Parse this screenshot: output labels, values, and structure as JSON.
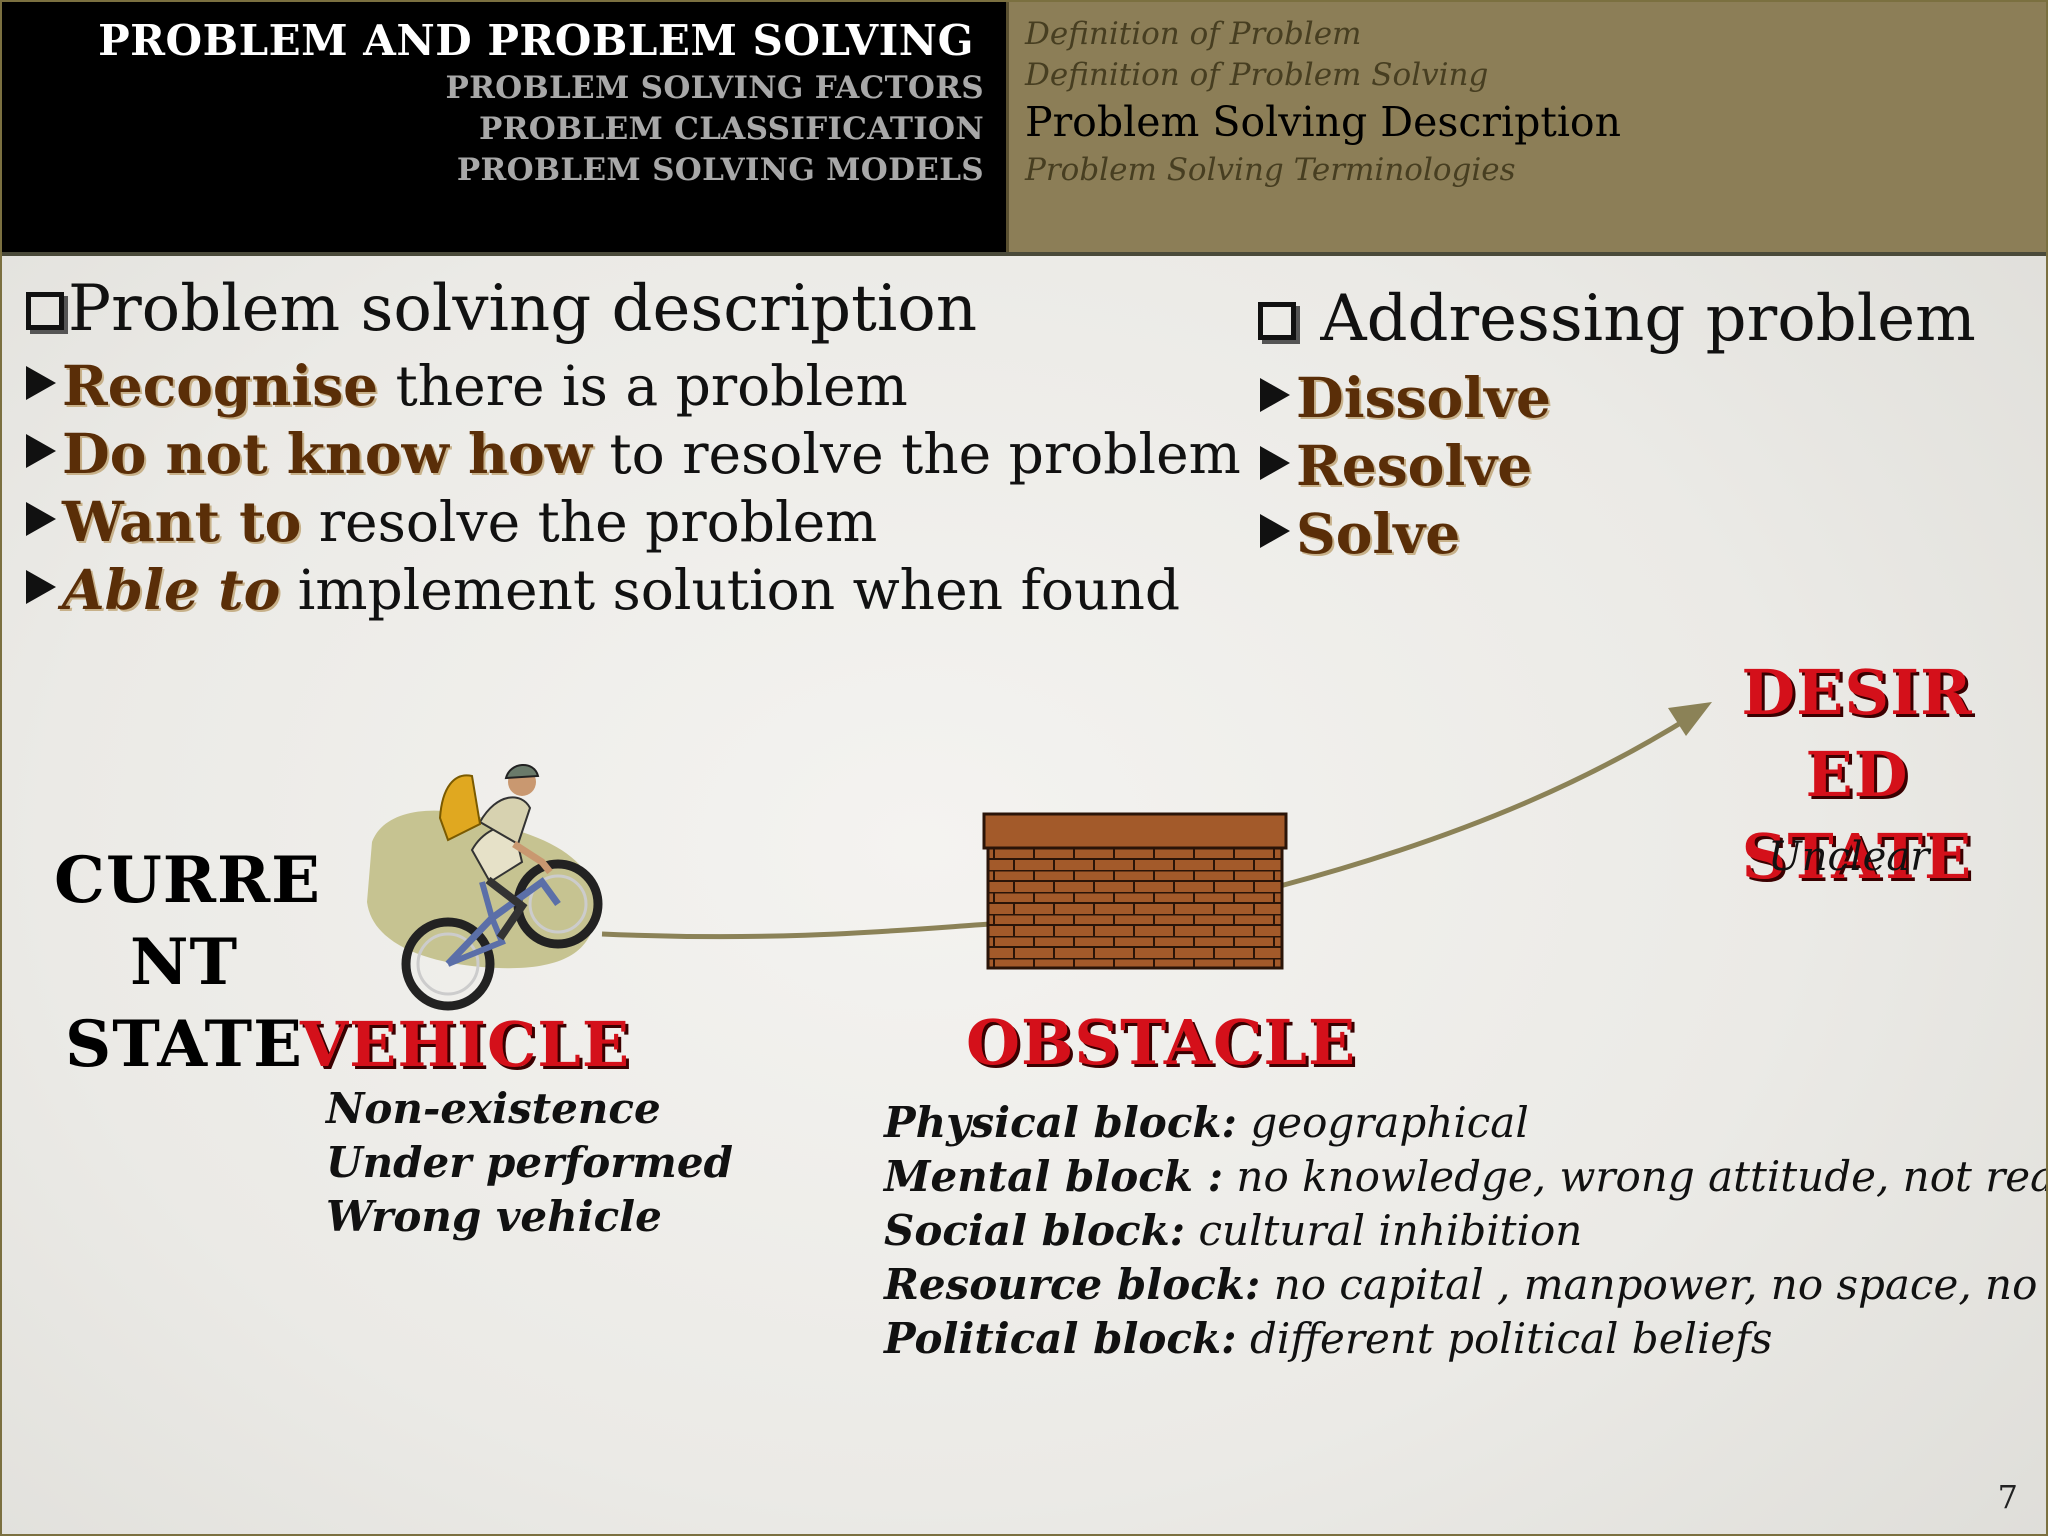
{
  "nav": {
    "title": "PROBLEM AND PROBLEM SOLVING",
    "sections": [
      "PROBLEM SOLVING FACTORS",
      "PROBLEM CLASSIFICATION",
      "PROBLEM SOLVING MODELS"
    ],
    "subsections": [
      "Definition of Problem",
      "Definition of Problem Solving",
      "Problem Solving Description",
      "Problem Solving Terminologies"
    ],
    "active_subsection": "Problem Solving Description"
  },
  "left": {
    "heading": "Problem solving description",
    "bullets": [
      {
        "em": "Recognise",
        "rest": " there is a problem"
      },
      {
        "em": "Do not know how",
        "rest": " to resolve the problem"
      },
      {
        "em": "Want to",
        "rest": " resolve the problem"
      },
      {
        "em": "Able to",
        "rest": " implement solution when found"
      }
    ]
  },
  "right": {
    "heading": "Addressing problem",
    "bullets": [
      "Dissolve",
      "Resolve",
      "Solve"
    ]
  },
  "diagram": {
    "current_state": [
      "CURRE",
      "NT",
      "STATE"
    ],
    "desired_state": [
      "DESIR",
      "ED",
      "STATE"
    ],
    "unclear": "Unclear",
    "vehicle": {
      "label": "VEHICLE",
      "items": [
        "Non-existence",
        "Under performed",
        "Wrong vehicle"
      ]
    },
    "obstacle": {
      "label": "OBSTACLE",
      "items": [
        {
          "name": "Physical block:",
          "desc": " geographical"
        },
        {
          "name": "Mental block :",
          "desc": " no knowledge, wrong attitude, not ready"
        },
        {
          "name": "Social block:",
          "desc": " cultural inhibition"
        },
        {
          "name": "Resource block:",
          "desc": " no capital , manpower, no space, no time"
        },
        {
          "name": "Political block:",
          "desc": " different political beliefs"
        }
      ]
    }
  },
  "page_number": "7",
  "colors": {
    "header_right": "#8c7e57",
    "emphasis": "#5a2e08",
    "label_red": "#d4101a",
    "arrow": "#8b8257",
    "brick": "#a35a2a"
  }
}
